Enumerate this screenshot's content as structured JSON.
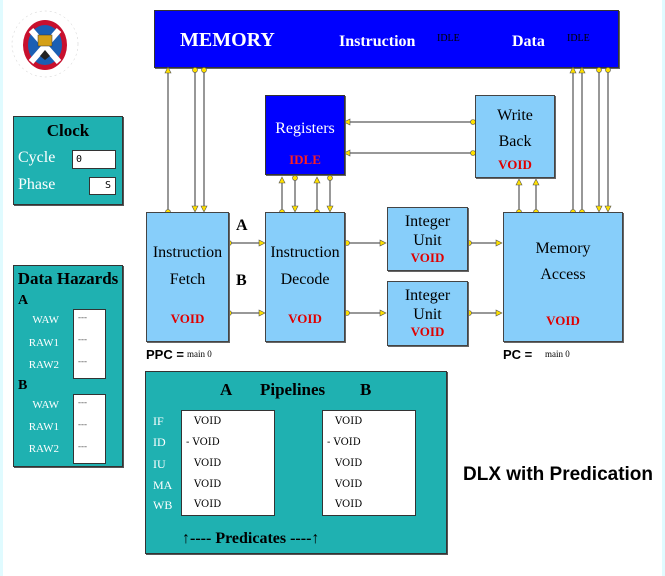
{
  "logo": {
    "name": "University of Edinburgh crest"
  },
  "memory": {
    "title": "MEMORY",
    "instruction_label": "Instruction",
    "instruction_status": "IDLE",
    "data_label": "Data",
    "data_status": "IDLE"
  },
  "clock": {
    "title": "Clock",
    "cycle_label": "Cycle",
    "cycle_value": "0",
    "phase_label": "Phase",
    "phase_value": "S"
  },
  "hazards": {
    "title": "Data Hazards",
    "groups": [
      {
        "name": "A",
        "rows": [
          {
            "label": "WAW",
            "value": "---"
          },
          {
            "label": "RAW1",
            "value": "---"
          },
          {
            "label": "RAW2",
            "value": "---"
          }
        ]
      },
      {
        "name": "B",
        "rows": [
          {
            "label": "WAW",
            "value": "---"
          },
          {
            "label": "RAW1",
            "value": "---"
          },
          {
            "label": "RAW2",
            "value": "---"
          }
        ]
      }
    ]
  },
  "units": {
    "registers": {
      "name": "Registers",
      "status": "IDLE"
    },
    "write_back": {
      "name1": "Write",
      "name2": "Back",
      "status": "VOID"
    },
    "fetch": {
      "name1": "Instruction",
      "name2": "Fetch",
      "status": "VOID"
    },
    "decode": {
      "name1": "Instruction",
      "name2": "Decode",
      "status": "VOID"
    },
    "int_a": {
      "name1": "Integer",
      "name2": "Unit",
      "status": "VOID"
    },
    "int_b": {
      "name1": "Integer",
      "name2": "Unit",
      "status": "VOID"
    },
    "mem_access": {
      "name1": "Memory",
      "name2": "Access",
      "status": "VOID"
    }
  },
  "paths": {
    "a": "A",
    "b": "B"
  },
  "ppc": {
    "label": "PPC =",
    "value": "main 0"
  },
  "pc": {
    "label": "PC =",
    "value": "main 0"
  },
  "pipelines": {
    "title": "Pipelines",
    "a_label": "A",
    "b_label": "B",
    "stages": [
      "IF",
      "ID",
      "IU",
      "MA",
      "WB"
    ],
    "a": [
      "VOID",
      "- VOID",
      "VOID",
      "VOID",
      "VOID"
    ],
    "b": [
      "VOID",
      "- VOID",
      "VOID",
      "VOID",
      "VOID"
    ],
    "predicates": "↑---- Predicates ----↑"
  },
  "footer": {
    "title": "DLX with Predication"
  }
}
